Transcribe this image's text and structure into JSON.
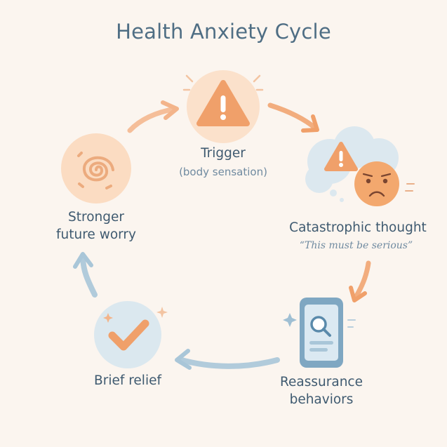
{
  "title": "Health Anxiety Cycle",
  "nodes": {
    "trigger": {
      "label": "Trigger",
      "sub": "(body sensation)",
      "icon": "warning-icon"
    },
    "catastrophic": {
      "label": "Catastrophic thought",
      "sub": "“This must be serious”",
      "icon": "worried-face-icon"
    },
    "reassurance": {
      "label_line1": "Reassurance",
      "label_line2": "behaviors",
      "icon": "phone-search-icon"
    },
    "relief": {
      "label": "Brief relief",
      "icon": "checkmark-icon"
    },
    "worry": {
      "label_line1": "Stronger",
      "label_line2": "future worry",
      "icon": "spiral-icon"
    }
  },
  "colors": {
    "accent_orange": "#f0a06a",
    "soft_blue": "#a9c6d8",
    "text": "#3f5a70",
    "background": "#fbf5ef"
  }
}
